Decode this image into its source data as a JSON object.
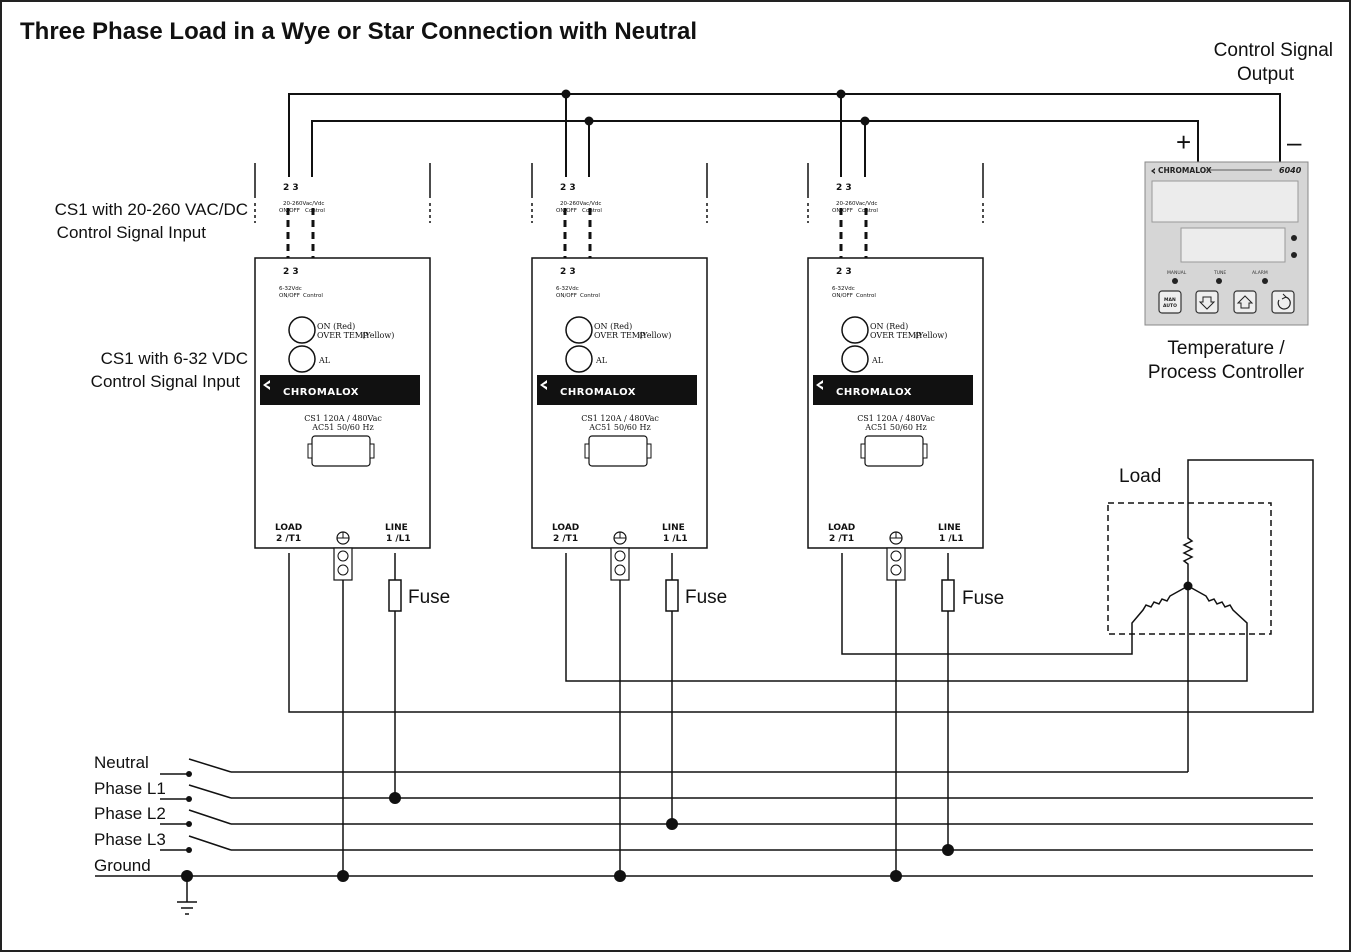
{
  "title": "Three Phase Load in a Wye or Star Connection with Neutral",
  "labels": {
    "control_signal_output_line1": "Control Signal",
    "control_signal_output_line2": "Output",
    "plus": "+",
    "minus": "–",
    "cs1_vac_line1": "CS1 with 20-260 VAC/DC",
    "cs1_vac_line2": "Control Signal Input",
    "cs1_vdc_line1": "CS1 with 6-32 VDC",
    "cs1_vdc_line2": "Control Signal Input",
    "controller_line1": "Temperature /",
    "controller_line2": "Process Controller",
    "load": "Load",
    "fuse": "Fuse"
  },
  "lines": {
    "neutral": "Neutral",
    "l1": "Phase L1",
    "l2": "Phase L2",
    "l3": "Phase L3",
    "ground": "Ground"
  },
  "module": {
    "top_terminals": "2   3",
    "top_voltage": "20-260Vac/Vdc",
    "top_onoff": "ON/OFF",
    "top_control": "Control",
    "bottom_terminals": "2   3",
    "bottom_voltage": "6-32Vdc",
    "bottom_onoff": "ON/OFF",
    "bottom_control": "Control",
    "led_on": "ON  (Red)",
    "led_overtemp": "OVER TEMP",
    "led_yellow": "(Yellow)",
    "led_al": "AL",
    "brand": "CHROMALOX",
    "rating1": "CS1  120A / 480Vac",
    "rating2": "AC51  50/60 Hz",
    "load_term1": "LOAD",
    "load_term2": "2 /T1",
    "line_term1": "LINE",
    "line_term2": "1 /L1"
  },
  "controller": {
    "brand": "CHROMALOX",
    "model": "6040",
    "led_manual": "MANUAL",
    "led_tune": "TUNE",
    "led_alarm": "ALARM",
    "key_manual1": "MAN",
    "key_manual2": "AUTO"
  }
}
